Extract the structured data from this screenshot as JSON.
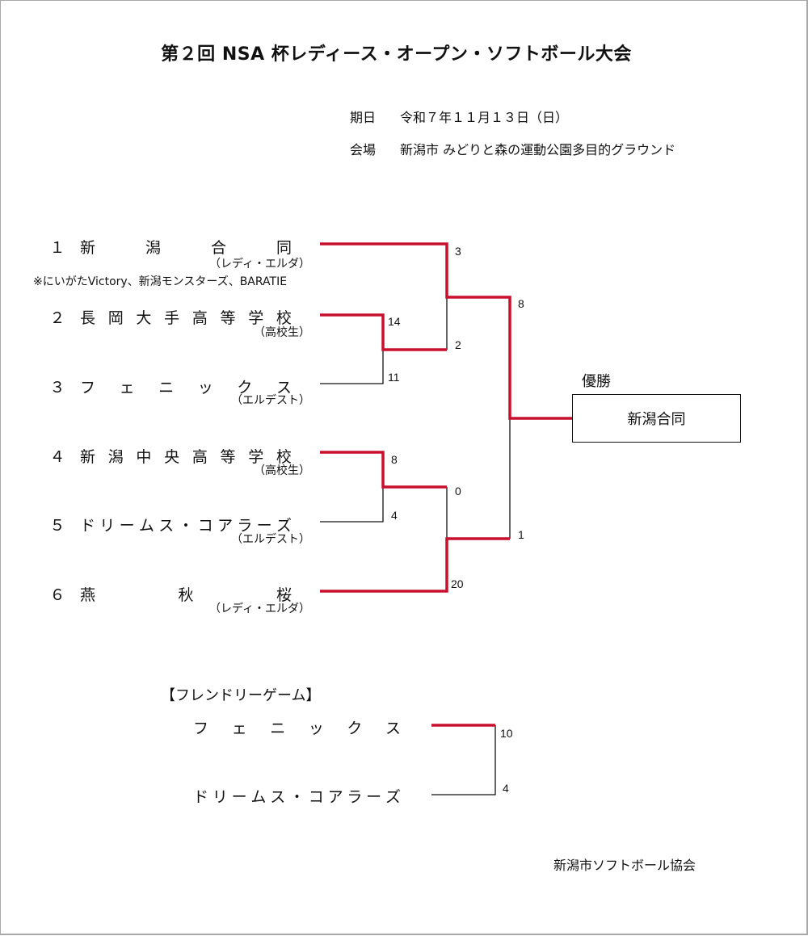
{
  "title": "第２回 NSA 杯レディース・オープン・ソフトボール大会",
  "info": {
    "date_label": "期日",
    "date_value": "令和７年１１月１３日（日）",
    "venue_label": "会場",
    "venue_value": "新潟市 みどりと森の運動公園多目的グラウンド"
  },
  "teams": [
    {
      "seed": "１",
      "name": "新潟合同",
      "category": "（レディ・エルダ）",
      "note": "※にいがたVictory、新潟モンスターズ、BARATIE"
    },
    {
      "seed": "２",
      "name": "長岡大手高等学校",
      "category": "（高校生）"
    },
    {
      "seed": "３",
      "name": "フェニックス",
      "category": "（エルデスト）"
    },
    {
      "seed": "４",
      "name": "新潟中央高等学校",
      "category": "（高校生）"
    },
    {
      "seed": "５",
      "name": "ドリームス・コアラーズ",
      "category": "（エルデスト）"
    },
    {
      "seed": "６",
      "name": "燕秋桜",
      "category": "（レディ・エルダ）"
    }
  ],
  "scores": {
    "r1_team2": "14",
    "r1_team3": "11",
    "r1_team4": "8",
    "r1_team5": "4",
    "sf1_team1": "3",
    "sf1_team2": "2",
    "sf2_team4": "0",
    "sf2_team6": "20",
    "final_top": "8",
    "final_bottom": "1"
  },
  "champion": {
    "label": "優勝",
    "team": "新潟合同"
  },
  "friendly": {
    "title": "【フレンドリーゲーム】",
    "teams": [
      {
        "name": "フェニックス",
        "score": "10"
      },
      {
        "name": "ドリームス・コアラーズ",
        "score": "4"
      }
    ]
  },
  "footer": "新潟市ソフトボール協会",
  "colors": {
    "winner_line": "#c8102e",
    "loser_line": "#111111",
    "border": "#a8a8a8"
  }
}
